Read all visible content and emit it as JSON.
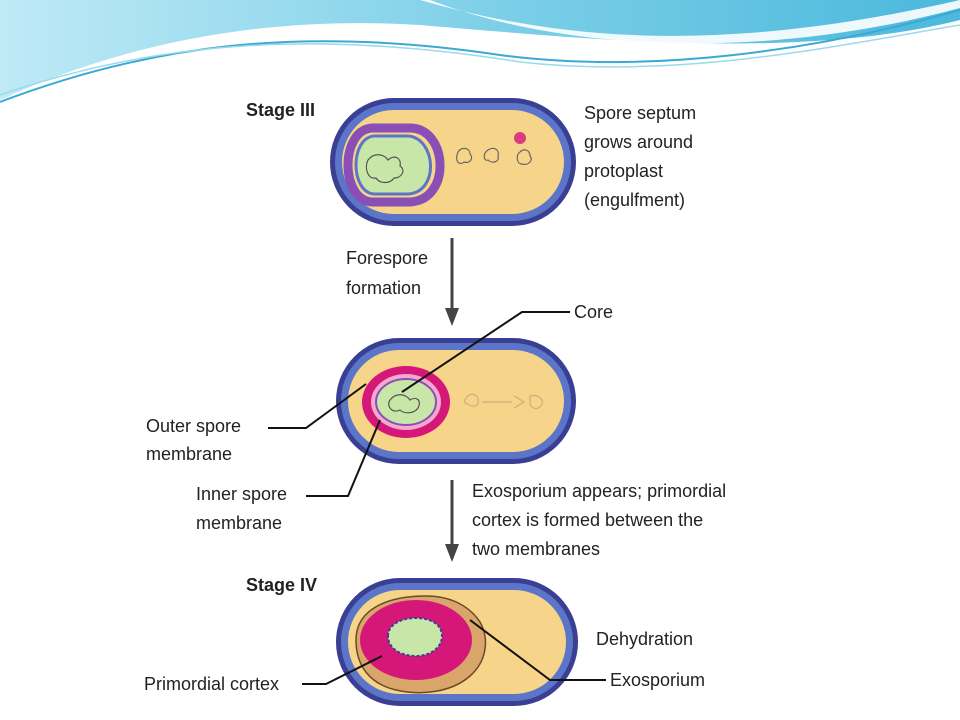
{
  "colors": {
    "cytoplasm": "#f6d48a",
    "cell_wall_outer": "#3b3f94",
    "cell_wall_blue": "#5b76c9",
    "membrane_purple": "#8a4fb5",
    "core_green": "#c8e6a8",
    "cortex_magenta": "#d6177a",
    "header_cyan": "#7fd4ea"
  },
  "stage3": {
    "title": "Stage III",
    "note_lines": [
      "Spore septum",
      "grows around",
      "protoplast",
      "(engulfment)"
    ]
  },
  "arrow1": {
    "label_lines": [
      "Forespore",
      "formation"
    ]
  },
  "forespore": {
    "core_label": "Core",
    "outer_membrane_lines": [
      "Outer spore",
      "membrane"
    ],
    "inner_membrane_lines": [
      "Inner spore",
      "membrane"
    ]
  },
  "arrow2": {
    "label_lines": [
      "Exosporium appears; primordial",
      "cortex is formed between the",
      "two membranes"
    ]
  },
  "stage4": {
    "title": "Stage IV",
    "dehydration_label": "Dehydration",
    "cortex_label": "Primordial cortex",
    "exosporium_label": "Exosporium"
  }
}
